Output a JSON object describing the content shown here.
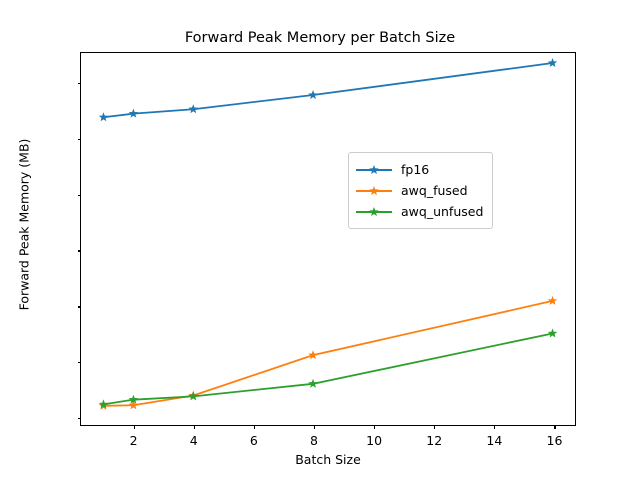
{
  "chart_data": {
    "type": "line",
    "title": "Forward Peak Memory per Batch Size",
    "xlabel": "Batch Size",
    "ylabel": "Forward Peak Memory (MB)",
    "x": [
      1,
      2,
      4,
      8,
      16
    ],
    "xlim": [
      0.25,
      16.75
    ],
    "ylim": [
      5690,
      19060
    ],
    "xticks": [
      2,
      4,
      6,
      8,
      10,
      12,
      14,
      16
    ],
    "yticks": [
      6000,
      8000,
      10000,
      12000,
      14000,
      16000,
      18000
    ],
    "grid": false,
    "legend_position": "center right",
    "series": [
      {
        "name": "fp16",
        "color": "#1f77b4",
        "marker": "star",
        "values": [
          16750,
          16880,
          17040,
          17550,
          18700
        ]
      },
      {
        "name": "awq_fused",
        "color": "#ff7f0e",
        "marker": "star",
        "values": [
          6380,
          6400,
          6750,
          8200,
          10150
        ]
      },
      {
        "name": "awq_unfused",
        "color": "#2ca02c",
        "marker": "star",
        "values": [
          6430,
          6600,
          6720,
          7170,
          8980
        ]
      }
    ]
  }
}
